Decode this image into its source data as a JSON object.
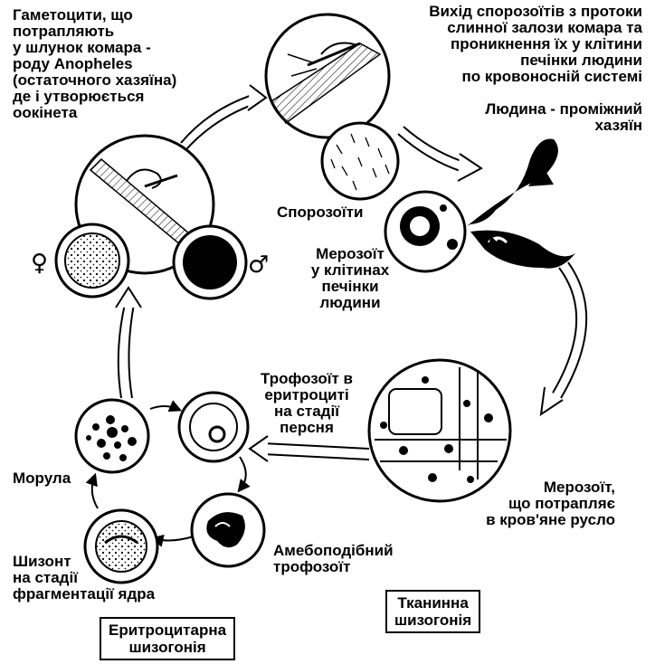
{
  "labels": {
    "gametocytes": "Гаметоцити, що\nпотрапляють\nу шлунок комара -\nроду Anopheles\n(остаточного хазяїна)\nде і утворюється\nоокінета",
    "sporozoite_exit": "Вихід спорозоїтів з протоки\nслинної залози комара та\nпроникнення їх у клітини\nпечінки людини\nпо кровоносній системі",
    "human_host": "Людина - проміжний\nхазяїн",
    "sporozoites": "Спорозоїти",
    "merozoite_liver": "Мерозоїт\nу клітинах\nпечінки\nлюдини",
    "trophozoite_ring": "Трофозоїт в\nеритроциті\nна стадії\nперсня",
    "merozoite_blood": "Мерозоїт,\nщо потрапляє\nв кров'яне русло",
    "morula": "Морула",
    "amoeboid": "Амебоподібний\nтрофозоїт",
    "schizont": "Шизонт\nна стадії\nфрагментації ядра"
  },
  "boxes": {
    "erythrocytic": "Еритроцитарна\nшизогонія",
    "tissue": "Тканинна\nшизогонія"
  },
  "symbols": {
    "female": "♀",
    "male": "♂"
  }
}
